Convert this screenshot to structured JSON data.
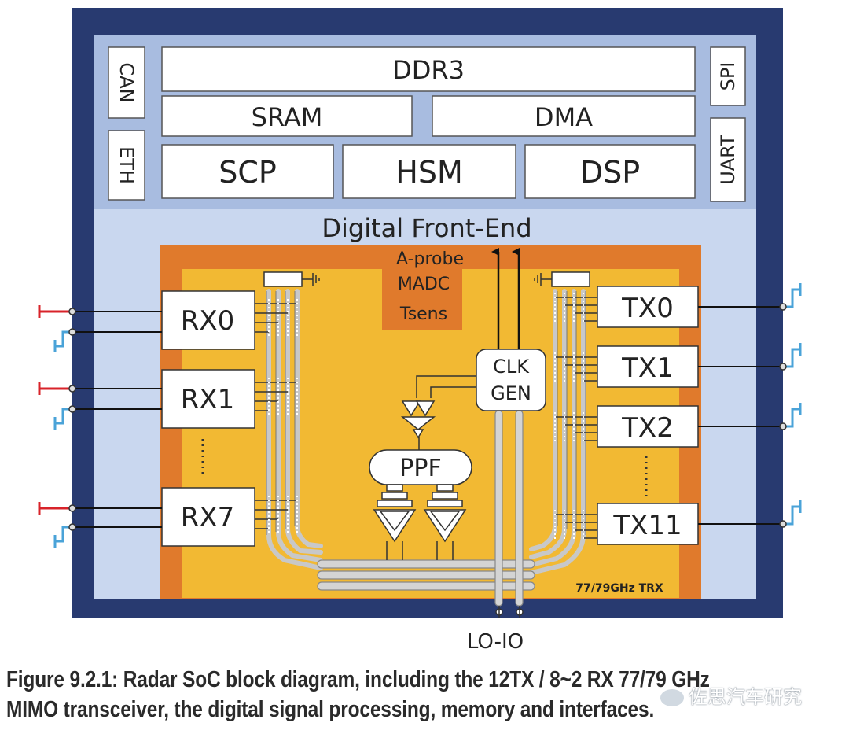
{
  "blocks": {
    "ddr3": "DDR3",
    "sram": "SRAM",
    "dma": "DMA",
    "scp": "SCP",
    "hsm": "HSM",
    "dsp": "DSP",
    "can": "CAN",
    "eth": "ETH",
    "spi": "SPI",
    "uart": "UART",
    "dfe": "Digital Front-End",
    "aprobe": "A-probe",
    "madc": "MADC",
    "tsens": "Tsens",
    "clk": "CLK",
    "gen": "GEN",
    "ppf": "PPF",
    "trx": "77/79GHz TRX",
    "loio": "LO-IO"
  },
  "rx": [
    "RX0",
    "RX1",
    "RX7"
  ],
  "tx": [
    "TX0",
    "TX1",
    "TX2",
    "TX11"
  ],
  "caption": {
    "line1": "Figure 9.2.1: Radar SoC block diagram, including the 12TX / 8~2 RX 77/79 GHz",
    "line2": "MIMO transceiver, the digital signal processing, memory and interfaces."
  },
  "watermark": "佐思汽车研究",
  "colors": {
    "chip_border": "#283a70",
    "digital_area": "#a8bce0",
    "inner_area": "#c9d7ef",
    "rf_outer": "#e07a2c",
    "rf_inner": "#f2b933",
    "rx_antenna": "#d8232a",
    "tx_antenna": "#4aa3d8",
    "bus": "#c8c8c8"
  }
}
